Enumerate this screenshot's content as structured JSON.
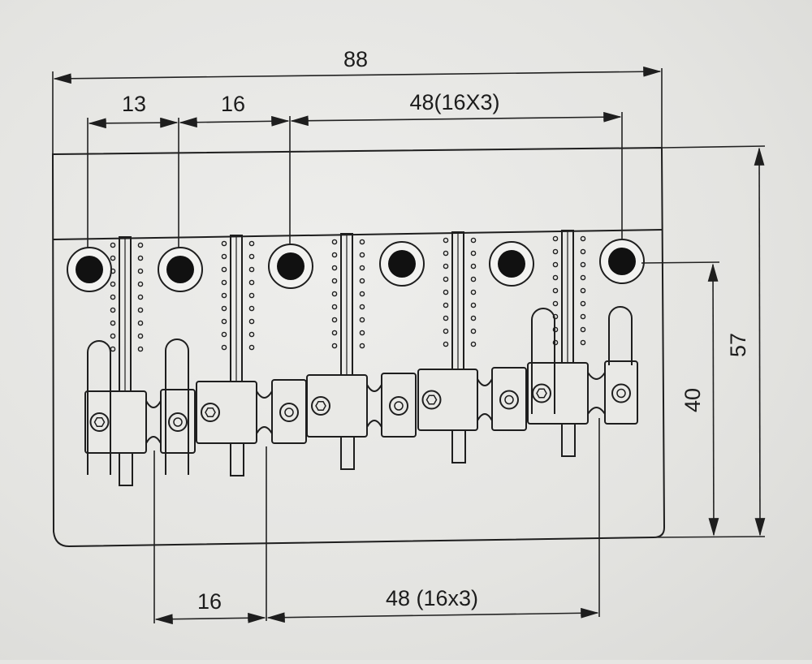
{
  "dimensions": {
    "overall_width": "88",
    "first_offset": "13",
    "top_spacing": "16",
    "top_span": "48(16X3)",
    "overall_height": "57",
    "hole_height": "40",
    "bottom_spacing": "16",
    "bottom_span": "48 (16x3)"
  },
  "colors": {
    "line": "#1e1e1e",
    "hole": "#111111",
    "background": "#e6e6e3"
  }
}
